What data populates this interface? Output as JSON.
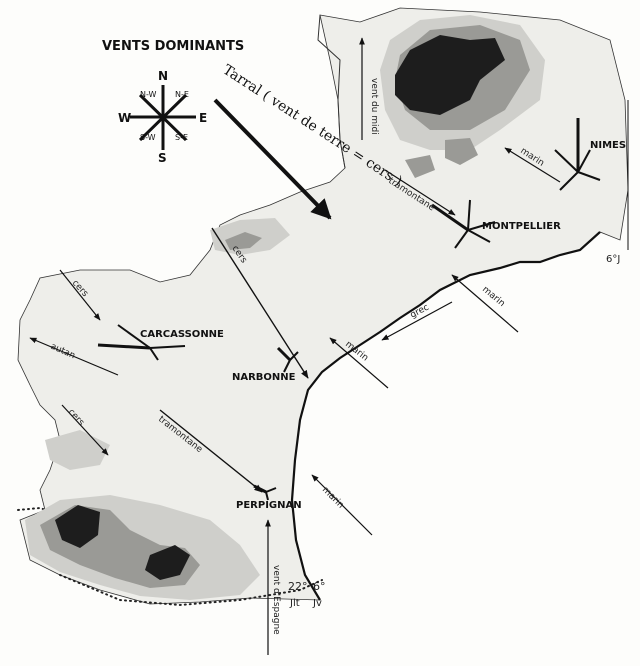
{
  "title": "VENTS DOMINANTS",
  "compass": {
    "n": "N",
    "ne": "N-E",
    "e": "E",
    "se": "S-E",
    "s": "S",
    "sw": "S-W",
    "w": "W",
    "nw": "N-W"
  },
  "annotation": "Tarral ( vent de terre = cers )",
  "cities": {
    "nimes": "NIMES",
    "montpellier": "MONTPELLIER",
    "carcassonne": "CARCASSONNE",
    "narbonne": "NARBONNE",
    "perpignan": "PERPIGNAN"
  },
  "winds": {
    "vent_du_midi": "vent du midi",
    "marin_nimes": "marin",
    "tramontane_north": "tramontane",
    "marin_mid": "marin",
    "grec": "grec",
    "marin_narbonne": "marin",
    "cers_upper": "cers",
    "cers_west": "cers",
    "autan": "autan",
    "cers_south": "cers",
    "tramontane_south": "tramontane",
    "marin_south": "marin",
    "vent_espagne": "vent d'Espagne"
  },
  "markers": {
    "b22": "22°",
    "b6": "6°",
    "jlt": "Jlt",
    "jv": "Jv",
    "right6j": "6°J"
  },
  "colors": {
    "sea": "#fdfdfb",
    "land": "#eeeeea",
    "relief_light": "#cfcfcb",
    "relief_mid": "#9a9a96",
    "relief_dark": "#1d1d1d",
    "ink": "#111111"
  }
}
